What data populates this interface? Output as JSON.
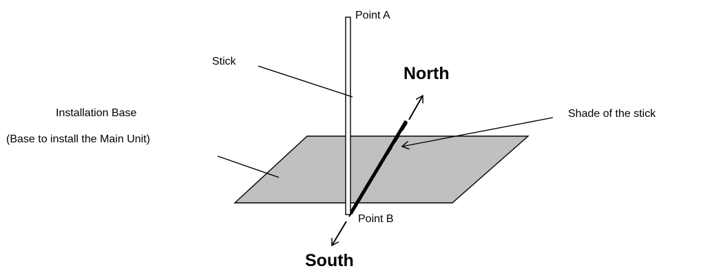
{
  "labels": {
    "point_a": "Point A",
    "point_b": "Point B",
    "stick": "Stick",
    "north": "North",
    "south": "South",
    "shade": "Shade of the stick",
    "base_title": "Installation Base",
    "base_subtitle": "(Base to install the Main Unit)"
  },
  "colors": {
    "base_fill": "#c0c0c0",
    "line": "#000000",
    "stick_fill": "#ffffff"
  }
}
